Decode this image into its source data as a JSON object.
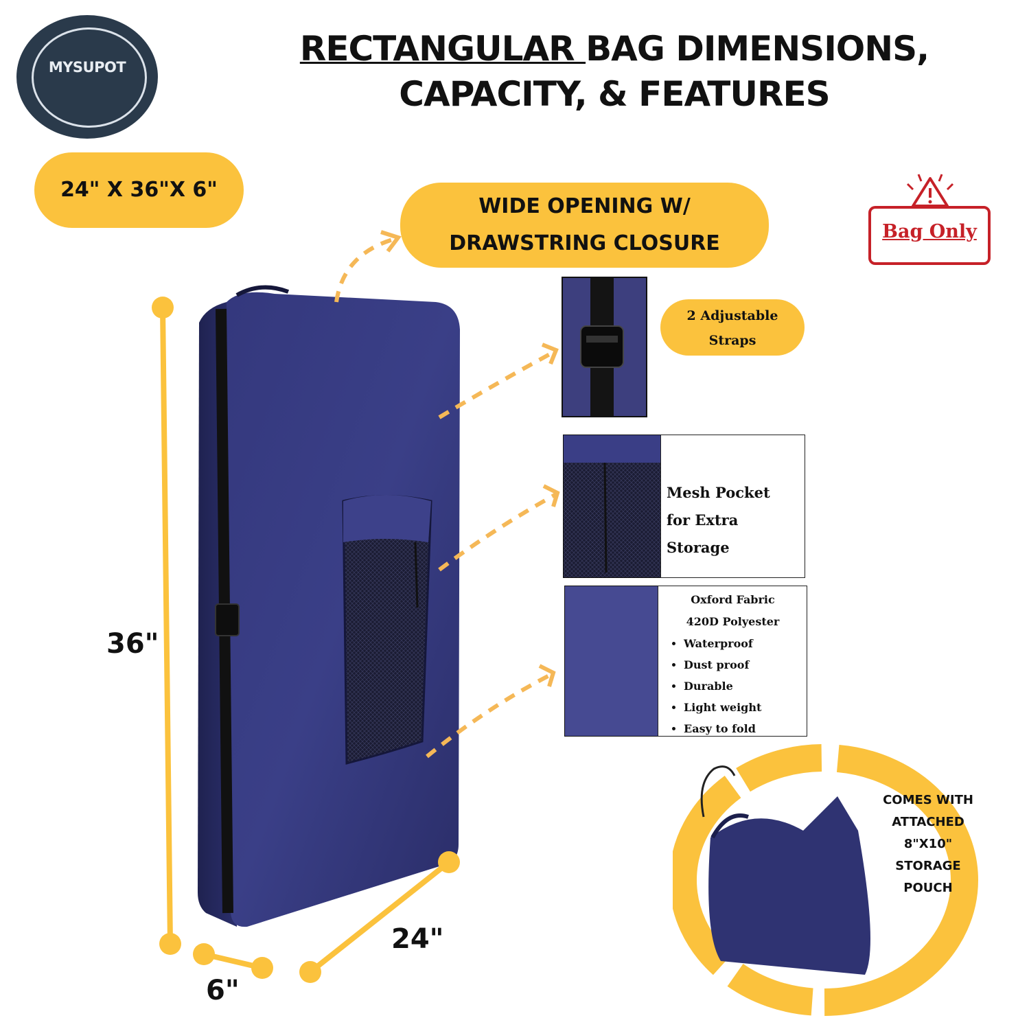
{
  "logo": {
    "text": "MYSUPOT"
  },
  "title": {
    "underlined": "RECTANGULAR ",
    "rest": "BAG DIMENSIONS, CAPACITY, & FEATURES"
  },
  "dimensions_pill": "24\" X 36\"X 6\"",
  "opening_pill": {
    "line1": "WIDE OPENING W/",
    "line2": "DRAWSTRING CLOSURE"
  },
  "badge": "Bag Only",
  "straps_pill": {
    "line1": "2 Adjustable",
    "line2": "Straps"
  },
  "mesh_box": {
    "line1": "Mesh Pocket",
    "line2": "for Extra",
    "line3": "Storage"
  },
  "fabric_box": {
    "line1": "Oxford Fabric",
    "line2": "420D Polyester",
    "bullets": [
      "Waterproof",
      "Dust proof",
      "Durable",
      "Light weight",
      "Easy to fold"
    ]
  },
  "dimension_labels": {
    "height": "36\"",
    "width": "24\"",
    "depth": "6\""
  },
  "pouch": {
    "lines": [
      "COMES WITH",
      "ATTACHED",
      "8\"X10\"",
      "STORAGE",
      "POUCH"
    ]
  },
  "colors": {
    "accent_yellow": "#fbc23d",
    "bag_navy": "#2f3372",
    "badge_red": "#c62128",
    "logo_bg": "#2a3a4b"
  }
}
